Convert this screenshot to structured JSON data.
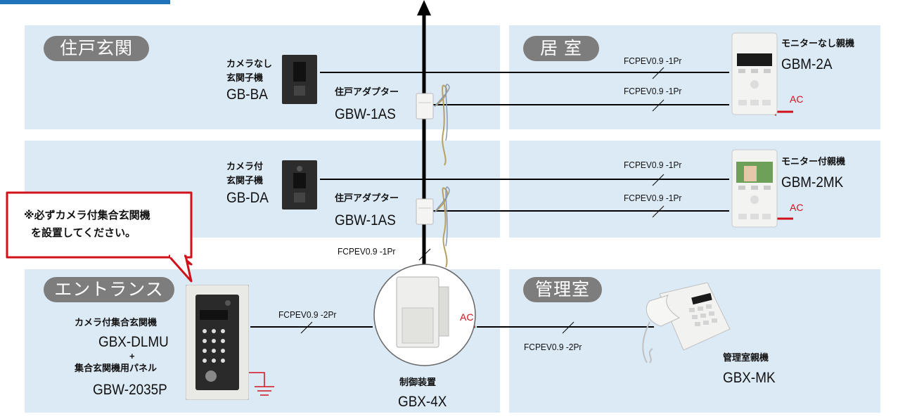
{
  "areas": {
    "entrance_hall": "住戸玄関",
    "living_room": "居 室",
    "entrance": "エントランス",
    "management_room": "管理室"
  },
  "devices": {
    "door_no_camera": {
      "desc_line1": "カメラなし",
      "desc_line2": "玄関子機",
      "model": "GB-BA"
    },
    "door_camera": {
      "desc_line1": "カメラ付",
      "desc_line2": "玄関子機",
      "model": "GB-DA"
    },
    "adapter_1": {
      "desc": "住戸アダプター",
      "model": "GBW-1AS"
    },
    "adapter_2": {
      "desc": "住戸アダプター",
      "model": "GBW-1AS"
    },
    "master_no_monitor": {
      "desc": "モニターなし親機",
      "model": "GBM-2A"
    },
    "master_monitor": {
      "desc": "モニター付親機",
      "model": "GBM-2MK"
    },
    "entrance_panel": {
      "desc": "カメラ付集合玄関機",
      "model": "GBX-DLMU",
      "plus": "+",
      "desc2": "集合玄関機用パネル",
      "model2": "GBW-2035P"
    },
    "controller": {
      "desc": "制御装置",
      "model": "GBX-4X"
    },
    "management_master": {
      "desc": "管理室親機",
      "model": "GBX-MK"
    }
  },
  "cables": {
    "c1": "FCPEV0.9 -1Pr",
    "c2": "FCPEV0.9 -1Pr",
    "c3": "FCPEV0.9 -1Pr",
    "c4": "FCPEV0.9 -1Pr",
    "c5": "FCPEV0.9 -1Pr",
    "c6": "FCPEV0.9 -2Pr",
    "c7": "FCPEV0.9 -2Pr"
  },
  "power": {
    "ac1": "AC",
    "ac2": "AC",
    "ac3": "AC"
  },
  "notice": {
    "line1": "※必ずカメラ付集合玄関機",
    "line2": "を設置してください。"
  },
  "colors": {
    "panel_bg": "#dceaf6",
    "pill_bg": "#7d7d7d",
    "accent_red": "#d0121b",
    "top_bar": "#1f73b8"
  }
}
